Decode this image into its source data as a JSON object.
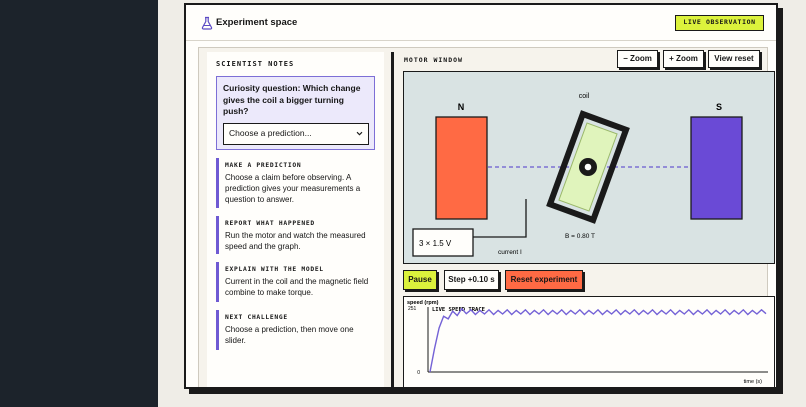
{
  "window": {
    "title": "Experiment space",
    "badge": "LIVE OBSERVATION"
  },
  "notes": {
    "title": "SCIENTIST NOTES",
    "curiosity_question": "Curiosity question: Which change gives the coil a bigger turning push?",
    "prediction_select": {
      "selected": "Choose a prediction..."
    },
    "cards": [
      {
        "heading": "MAKE A PREDICTION",
        "body": "Choose a claim before observing. A prediction gives your measurements a question to answer."
      },
      {
        "heading": "REPORT WHAT HAPPENED",
        "body": "Run the motor and watch the measured speed and the graph."
      },
      {
        "heading": "EXPLAIN WITH THE MODEL",
        "body": "Current in the coil and the magnetic field combine to make torque."
      },
      {
        "heading": "NEXT CHALLENGE",
        "body": "Choose a prediction, then move one slider."
      }
    ]
  },
  "motor": {
    "title": "MOTOR WINDOW",
    "zoom_out": "− Zoom",
    "zoom_in": "+ Zoom",
    "view_reset": "View reset",
    "north_label": "N",
    "south_label": "S",
    "coil_label": "coil",
    "field_label": "B = 0.80 T",
    "battery_label": "3 × 1.5 V",
    "current_label": "current I",
    "colors": {
      "north": "#ff6a44",
      "south": "#6a4ad6",
      "coil_fill": "#e0f4bc",
      "field_line": "#6a5ad0"
    }
  },
  "controls": {
    "pause": "Pause",
    "step": "Step +0.10 s",
    "reset": "Reset experiment"
  },
  "graph": {
    "y_axis_label": "speed (rpm)",
    "y_max_label": "251",
    "y_min_label": "0",
    "trace_title": "LIVE SPEED TRACE",
    "x_axis_label": "time (s)"
  },
  "chart_data": {
    "type": "line",
    "ylabel": "speed (rpm)",
    "xlabel": "time (s)",
    "ylim": [
      0,
      251
    ],
    "series": [
      {
        "values": [
          0,
          90,
          170,
          215,
          205,
          235,
          218,
          245,
          225,
          240,
          222,
          238,
          224,
          240,
          222,
          238,
          224,
          240,
          222,
          238,
          224,
          240,
          222,
          238,
          224,
          240,
          222,
          238,
          224,
          240,
          222,
          238,
          224,
          240,
          222,
          238,
          224,
          240,
          222,
          238,
          224,
          240,
          222,
          238,
          224,
          240,
          222,
          238,
          224,
          240,
          222,
          238,
          224,
          240,
          222,
          238,
          224,
          240,
          222,
          238,
          224,
          240,
          222,
          238,
          224,
          240,
          222,
          238,
          224,
          240,
          222,
          238,
          224,
          240,
          225
        ]
      }
    ]
  }
}
